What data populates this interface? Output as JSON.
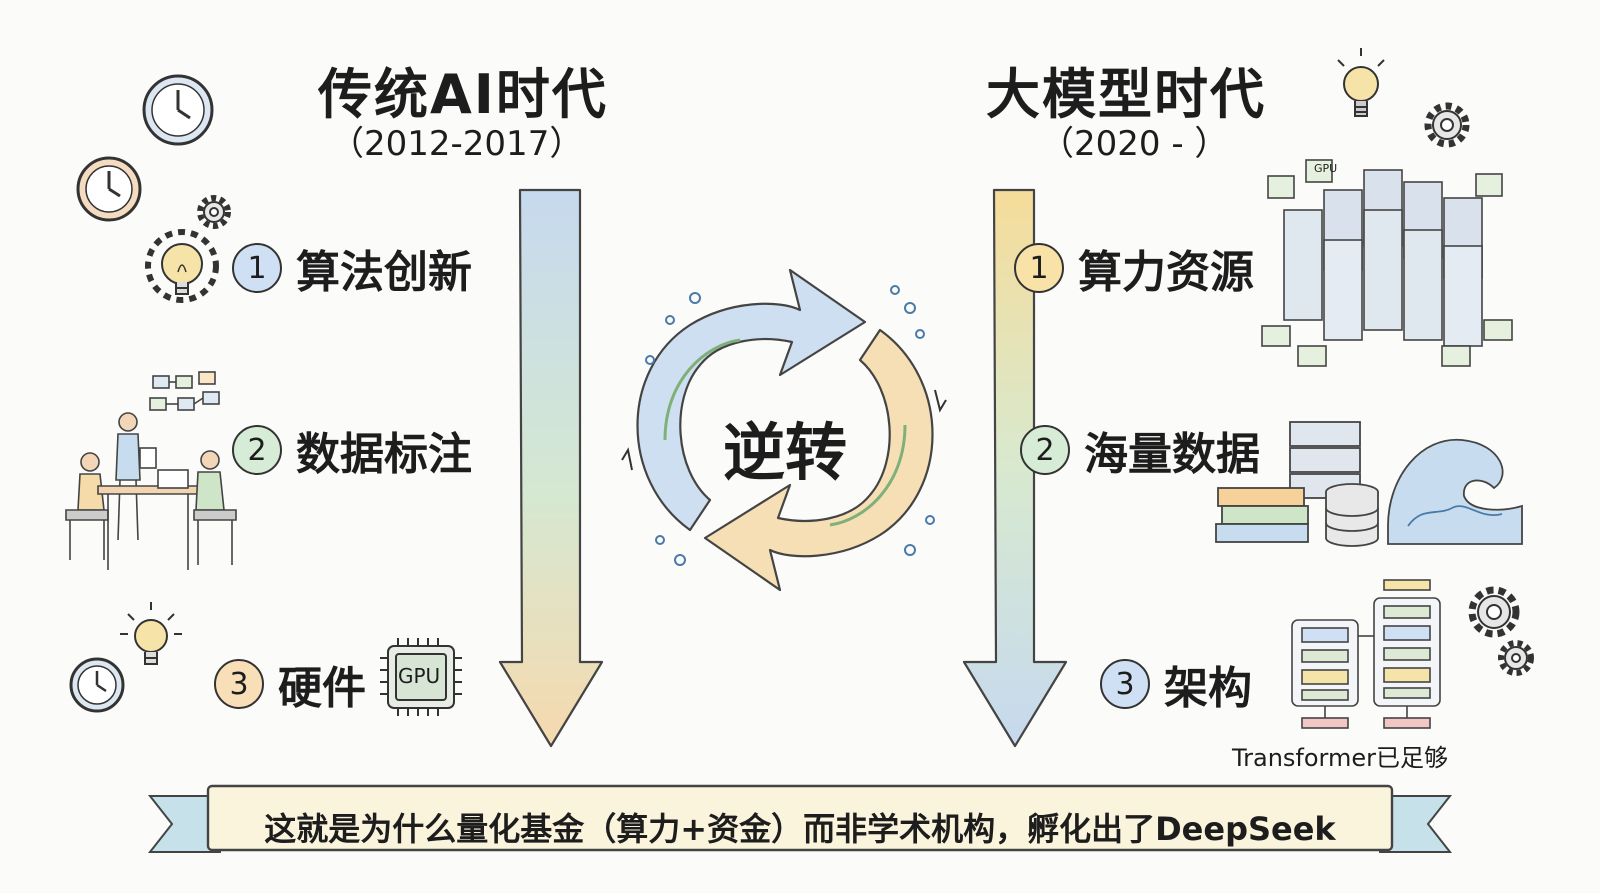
{
  "left": {
    "title": "传统AI时代",
    "period": "（2012-2017）",
    "items": [
      {
        "num": "1",
        "label": "算法创新",
        "color": "#cfe0f4"
      },
      {
        "num": "2",
        "label": "数据标注",
        "color": "#d6ecd6"
      },
      {
        "num": "3",
        "label": "硬件",
        "color": "#f8dfb8"
      }
    ],
    "gpu_label": "GPU"
  },
  "right": {
    "title": "大模型时代",
    "period": "（2020 - ）",
    "items": [
      {
        "num": "1",
        "label": "算力资源",
        "color": "#f8e2a8"
      },
      {
        "num": "2",
        "label": "海量数据",
        "color": "#d6ecd6"
      },
      {
        "num": "3",
        "label": "架构",
        "color": "#cfe0f4"
      }
    ],
    "gpu_label": "GPU",
    "architecture_caption": "Transformer已足够"
  },
  "center": {
    "label": "逆转"
  },
  "banner": {
    "text": "这就是为什么量化基金（算力+资金）而非学术机构，孵化出了DeepSeek"
  },
  "colors": {
    "blue": "#b9d3ee",
    "green": "#c8e3c4",
    "orange": "#f6cf9a",
    "yellow": "#f5dc8c"
  }
}
